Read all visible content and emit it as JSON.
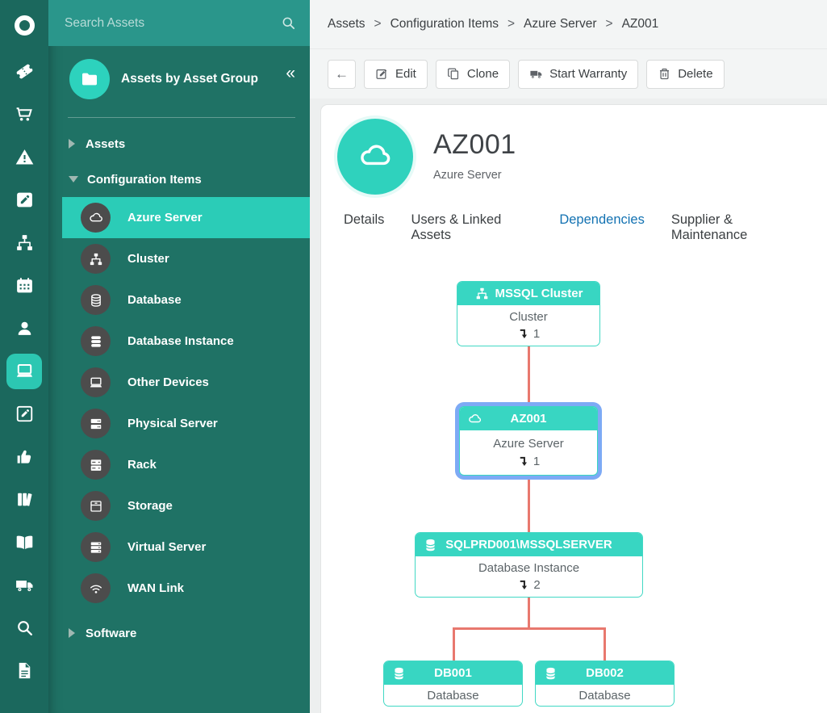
{
  "colors": {
    "accent_teal": "#2bccb7",
    "node_header_teal": "#38d6c2",
    "selection_blue": "#7daaf5",
    "connector_red": "#e8786e",
    "active_tab_blue": "#1372b2",
    "rail_dark_teal": "#1b685d",
    "sidebar_teal": "#1f7265"
  },
  "rail": {
    "icons": [
      "logo",
      "ticket",
      "cart",
      "warning",
      "plan-edit",
      "sitemap",
      "calendar",
      "person",
      "laptop-active",
      "edit-square",
      "thumbs-up",
      "books",
      "open-book",
      "truck",
      "search",
      "document"
    ]
  },
  "sidebar": {
    "search_placeholder": "Search Assets",
    "group_title": "Assets by Asset Group",
    "collapse_glyph": "«",
    "tree": {
      "assets_label": "Assets",
      "config_items_label": "Configuration Items",
      "software_label": "Software"
    },
    "items": [
      {
        "label": "Azure Server",
        "icon": "cloud-icon",
        "active": true
      },
      {
        "label": "Cluster",
        "icon": "cluster-icon",
        "active": false
      },
      {
        "label": "Database",
        "icon": "database-icon",
        "active": false
      },
      {
        "label": "Database Instance",
        "icon": "database-stack-icon",
        "active": false
      },
      {
        "label": "Other Devices",
        "icon": "laptop-icon",
        "active": false
      },
      {
        "label": "Physical Server",
        "icon": "server-icon",
        "active": false
      },
      {
        "label": "Rack",
        "icon": "rack-icon",
        "active": false
      },
      {
        "label": "Storage",
        "icon": "storage-icon",
        "active": false
      },
      {
        "label": "Virtual Server",
        "icon": "virtual-server-icon",
        "active": false
      },
      {
        "label": "WAN Link",
        "icon": "wifi-icon",
        "active": false
      }
    ]
  },
  "breadcrumb": {
    "separator": ">",
    "items": [
      "Assets",
      "Configuration Items",
      "Azure Server",
      "AZ001"
    ]
  },
  "toolbar": {
    "back_label": "←",
    "edit_label": "Edit",
    "clone_label": "Clone",
    "start_warranty_label": "Start Warranty",
    "delete_label": "Delete"
  },
  "asset": {
    "title": "AZ001",
    "type": "Azure Server"
  },
  "tabs": {
    "items": [
      {
        "label": "Details",
        "active": false
      },
      {
        "label": "Users & Linked Assets",
        "active": false
      },
      {
        "label": "Dependencies",
        "active": true
      },
      {
        "label": "Supplier & Maintenance",
        "active": false
      }
    ]
  },
  "graph": {
    "nodes": [
      {
        "title": "MSSQL Cluster",
        "type": "Cluster",
        "count": "1",
        "icon": "cluster-icon",
        "selected": false
      },
      {
        "title": "AZ001",
        "type": "Azure Server",
        "count": "1",
        "icon": "cloud-icon",
        "selected": true
      },
      {
        "title": "SQLPRD001\\MSSQLSERVER",
        "type": "Database Instance",
        "count": "2",
        "icon": "database-icon",
        "selected": false
      },
      {
        "title": "DB001",
        "type": "Database",
        "icon": "database-icon",
        "selected": false
      },
      {
        "title": "DB002",
        "type": "Database",
        "icon": "database-icon",
        "selected": false
      }
    ]
  }
}
